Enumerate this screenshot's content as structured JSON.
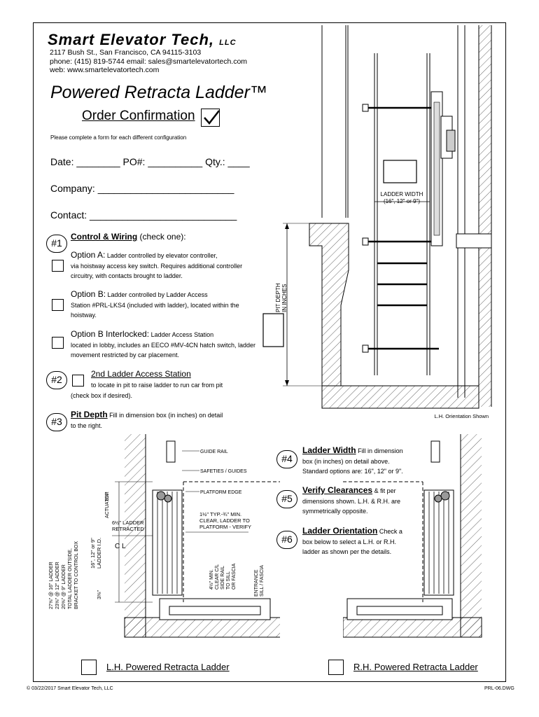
{
  "header": {
    "company": "Smart Elevator Tech,",
    "company_suffix": "LLC",
    "address": "2117 Bush St., San Francisco, CA 94115-3103",
    "phone_email": "phone: (415) 819-5744  email: sales@smartelevatortech.com",
    "web": "web: www.smartelevatortech.com"
  },
  "title": "Powered Retracta Ladder™",
  "order_confirmation": "Order Confirmation",
  "instruction": "Please complete a form for each different configuration",
  "fields": {
    "date": "Date: ________ PO#: __________ Qty.: ____",
    "company": "Company: _________________________",
    "contact": "Contact: ___________________________"
  },
  "sections": {
    "s1": {
      "num": "#1",
      "heading": "Control & Wiring",
      "heading_suffix": " (check one):",
      "options": [
        {
          "title": "Option A:",
          "text_inline": " Ladder controlled by elevator controller,",
          "text": "via hoistway access key switch.  Requires additional controller circuitry, with contacts brought to ladder."
        },
        {
          "title": "Option B:",
          "text_inline": " Ladder controlled by Ladder Access",
          "text": "Station #PRL-LKS4 (included with ladder), located within the hoistway."
        },
        {
          "title": "Option B Interlocked:",
          "text_inline": " Ladder Access Station",
          "text": "located in lobby, includes an EECO #MV-4CN hatch switch, ladder movement restricted by car placement."
        }
      ]
    },
    "s2": {
      "num": "#2",
      "heading": "2nd Ladder Access Station",
      "text": "to locate in pit to raise ladder to run car from pit",
      "text2": "(check box if desired)."
    },
    "s3": {
      "num": "#3",
      "heading": "Pit Depth",
      "text": " Fill in dimension box (in inches) on detail",
      "text2": "to the right."
    },
    "s4": {
      "num": "#4",
      "heading": "Ladder Width",
      "text": " Fill in dimension",
      "text2": "box (in inches) on detail above.",
      "text3": "Standard options are:  16\", 12\" or 9\"."
    },
    "s5": {
      "num": "#5",
      "heading": "Verify Clearances",
      "text": " & fit per",
      "text2": "dimensions shown.  L.H. & R.H. are",
      "text3": "symmetrically opposite."
    },
    "s6": {
      "num": "#6",
      "heading": "Ladder Orientation",
      "text": " Check a",
      "text2": "box below to select a L.H. or R.H.",
      "text3": "ladder as shown per the details."
    }
  },
  "diagram_labels": {
    "ladder_width": "LADDER WIDTH",
    "ladder_width_opts": "(16\", 12\" or 9\")",
    "pit_depth_1": "PIT DEPTH",
    "pit_depth_2": "IN INCHES",
    "lh_orientation": "L.H. Orientation Shown",
    "guide_rail": "GUIDE RAIL",
    "safeties": "SAFETIES / GUIDES",
    "platform_edge": "PLATFORM EDGE",
    "typ_1": "1½\" TYP.-¾\" MIN.",
    "typ_2": "CLEAR, LADDER TO",
    "typ_3": "PLATFORM - VERIFY",
    "clear_1": "4½\" MIN.",
    "clear_2": "CLEAR C/L",
    "clear_3": "SIDE RAIL",
    "clear_4": "TO SILL",
    "clear_5": "OR FASCIA",
    "entrance_1": "ENTRANCE",
    "entrance_2": "SILL / FASCIA",
    "actuator_1": "8¼\"",
    "actuator_2": "ACTUATOR",
    "retracted_1": "6½\" LADDER",
    "retracted_2": "RETRACTED",
    "cl": "C\nL",
    "id_1": "16\", 12\" or 9\"",
    "id_2": "LADDER I.D.",
    "three_eighths": "3⅜\"",
    "outside_1": "27⅝\" @ 16\" LADDER",
    "outside_2": "23⅝\" @ 12\" LADDER",
    "outside_3": "20⅝\" @ 9\" LADDER",
    "outside_4": "TOTAL LADDER OUTSIDE,",
    "outside_5": "BRACKET TO CONTROL BOX"
  },
  "bottom": {
    "lh": "L.H. Powered Retracta Ladder",
    "rh": "R.H. Powered Retracta Ladder"
  },
  "footer": {
    "copyright": "© 03/22/2017 Smart Elevator Tech, LLC",
    "code": "PRL-06.DWG"
  }
}
